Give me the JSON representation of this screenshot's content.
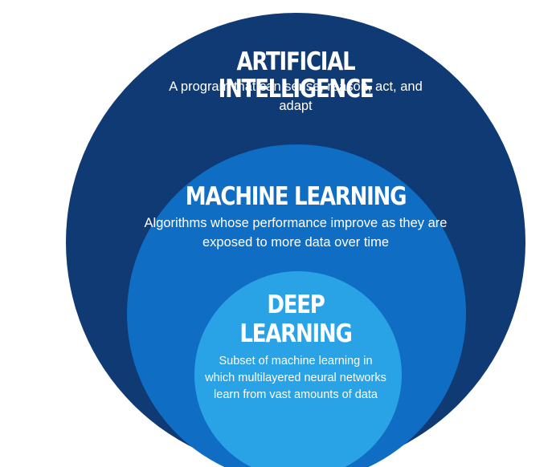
{
  "diagram": {
    "artificial_intelligence": {
      "title": "ARTIFICIAL INTELLIGENCE",
      "description": "A program that can sense, reason, act, and adapt",
      "color": "#0f3a74"
    },
    "machine_learning": {
      "title": "MACHINE LEARNING",
      "description": "Algorithms whose performance improve as they are exposed to more data over time",
      "color": "#0f6dc4"
    },
    "deep_learning": {
      "title": "DEEP LEARNING",
      "description": "Subset of machine learning in which multilayered neural networks learn from vast amounts of data",
      "color": "#2aa2e6"
    },
    "text_color": "#ffffff"
  }
}
